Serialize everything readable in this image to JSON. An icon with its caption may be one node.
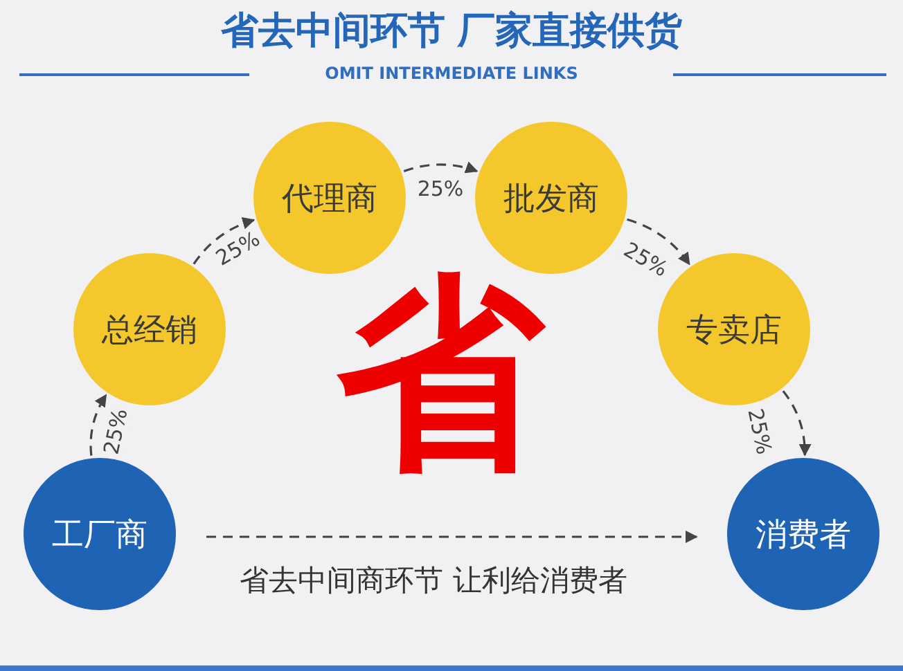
{
  "diagram": {
    "title": "省去中间环节 厂家直接供货",
    "nodes": [
      {
        "text": [
          "工厂商"
        ]
      },
      {
        "text": [
          "总经销"
        ]
      },
      {
        "text": [
          "代理商"
        ]
      },
      {
        "text": [
          "批发商"
        ]
      },
      {
        "text": [
          "专卖店"
        ]
      },
      {
        "text": [
          "消费者"
        ]
      }
    ],
    "edges": [
      {
        "from": 0,
        "to": 1,
        "arrow": "to",
        "label": "25%",
        "style": "dashed"
      },
      {
        "from": 1,
        "to": 2,
        "arrow": "to",
        "label": "25%",
        "style": "dashed"
      },
      {
        "from": 2,
        "to": 3,
        "arrow": "to",
        "label": "25%",
        "style": "dashed"
      },
      {
        "from": 3,
        "to": 4,
        "arrow": "to",
        "label": "25%",
        "style": "dashed"
      },
      {
        "from": 4,
        "to": 5,
        "arrow": "to",
        "label": "25%",
        "style": "dashed"
      },
      {
        "from": 0,
        "to": 5,
        "arrow": "to",
        "label": "省去中间商环节 让利给消费者",
        "style": "dashed"
      }
    ],
    "labels": [
      "OMIT INTERMEDIATE LINKS",
      "省"
    ]
  }
}
